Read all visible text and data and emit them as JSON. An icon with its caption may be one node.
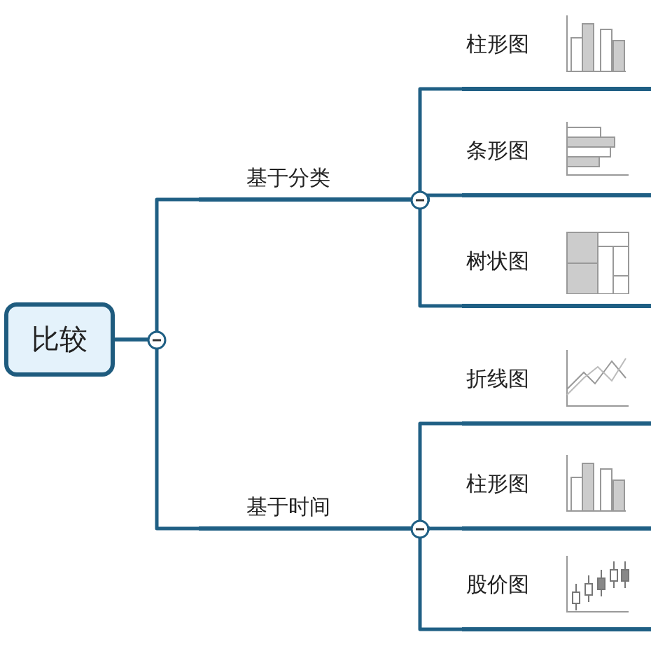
{
  "diagram": {
    "nodes": [
      {
        "text": [
          "比较"
        ]
      },
      {
        "text": [
          "基于分类"
        ]
      },
      {
        "text": [
          "基于时间"
        ]
      },
      {
        "text": [
          "柱形图"
        ]
      },
      {
        "text": [
          "条形图"
        ]
      },
      {
        "text": [
          "树状图"
        ]
      },
      {
        "text": [
          "折线图"
        ]
      },
      {
        "text": [
          "柱形图"
        ]
      },
      {
        "text": [
          "股价图"
        ]
      }
    ],
    "edges": [
      {
        "from": 0,
        "to": 1,
        "arrow": "none"
      },
      {
        "from": 0,
        "to": 2,
        "arrow": "none"
      },
      {
        "from": 1,
        "to": 3,
        "arrow": "none"
      },
      {
        "from": 1,
        "to": 4,
        "arrow": "none"
      },
      {
        "from": 1,
        "to": 5,
        "arrow": "none"
      },
      {
        "from": 2,
        "to": 6,
        "arrow": "none"
      },
      {
        "from": 2,
        "to": 7,
        "arrow": "none"
      },
      {
        "from": 2,
        "to": 8,
        "arrow": "none"
      }
    ]
  }
}
